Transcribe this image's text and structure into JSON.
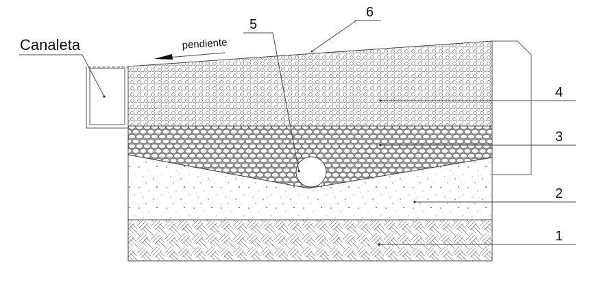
{
  "labels": {
    "canaleta": "Canaleta",
    "pendiente": "pendiente",
    "l1": "1",
    "l2": "2",
    "l3": "3",
    "l4": "4",
    "l5": "5",
    "l6": "6"
  },
  "colors": {
    "line": "#333333",
    "hatch": "#777777",
    "background": "#ffffff"
  }
}
